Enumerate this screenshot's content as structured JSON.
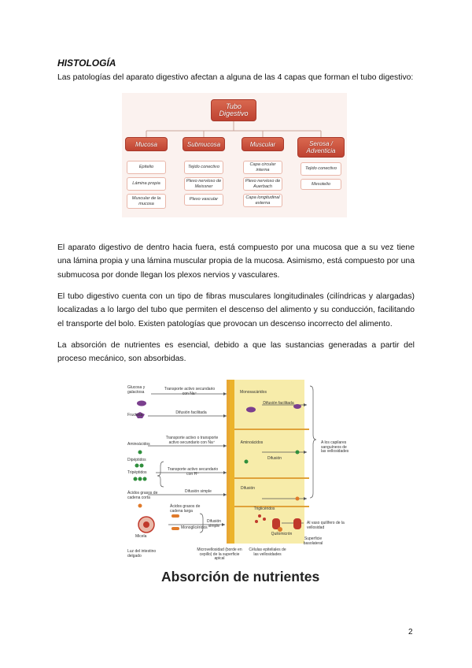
{
  "heading": "HISTOLOGÍA",
  "paragraphs": {
    "intro": "Las patologías del aparato digestivo afectan a alguna de las 4 capas que forman el tubo digestivo:",
    "p2": "El aparato digestivo de dentro hacia fuera, está compuesto por una mucosa que a su vez tiene una lámina propia y una lámina muscular propia de la mucosa. Asimismo, está compuesto por una submucosa por donde llegan los plexos nervios y vasculares.",
    "p3": "El tubo digestivo cuenta con un tipo de fibras musculares longitudinales (cilíndricas y alargadas) localizadas a lo largo del tubo que permiten el descenso del alimento y su conducción, facilitando el transporte del bolo. Existen patologías que provocan un descenso incorrecto del alimento.",
    "p4": "La absorción de nutrientes es esencial, debido a que las sustancias generadas a partir del proceso mecánico, son absorbidas."
  },
  "tree": {
    "root": "Tubo Digestivo",
    "columns": [
      {
        "header": "Mucosa",
        "items": [
          "Epitelio",
          "Lámina propia",
          "Muscular de la mucosa"
        ]
      },
      {
        "header": "Submucosa",
        "items": [
          "Tejido conectivo",
          "Plexo nervioso de Meissner",
          "Plexo vascular"
        ]
      },
      {
        "header": "Muscular",
        "items": [
          "Capa circular interna",
          "Plexo nervioso de Auerbach",
          "Capa longitudinal externa"
        ]
      },
      {
        "header": "Serosa / Adventicia",
        "items": [
          "Tejido conectivo",
          "Mesotelio"
        ]
      }
    ]
  },
  "figure": {
    "title": "Absorción de nutrientes",
    "labels": {
      "glucosa": "Glucosa y galactosa",
      "transporte_na": "Transporte activo secundario con Na⁺",
      "monosacaridos": "Monosacáridos",
      "difusion_facilitada_r": "Difusión facilitada",
      "fructosa": "Fructosa",
      "difusion_facilitada_l": "Difusión facilitada",
      "transporte_na_2": "Transporte activo o transporte activo secundario con Na⁺",
      "aminoacidos_l": "Aminoácidos",
      "aminoacidos_r": "Aminoácidos",
      "difusion_1": "Difusión",
      "dipeptidos": "Dipéptidos",
      "tripeptidos": "Tripéptidos",
      "transporte_h": "Transporte activo secundario con H⁺",
      "acidos_corta": "Ácidos grasos de cadena corta",
      "difusion_simple_1": "Difusión simple",
      "difusion_2": "Difusión",
      "acidos_larga": "Ácidos grasos de cadena larga",
      "monogliceridos": "Monoglicéridos",
      "difusion_simple_2": "Difusión simple",
      "trigliceridos": "Triglicéridos",
      "quilomicron": "Quilomicrón",
      "micela": "Micela",
      "capilares": "A los capilares sanguíneos de las vellosidades",
      "vaso_quilifero": "Al vaso quilífero de la vellosidad",
      "superficie": "Superficie basolateral",
      "luz": "Luz del intestino delgado",
      "microvellosidad": "Microvellosidad (borde en cepillo) de la superficie apical",
      "celulas": "Células epiteliales de las vellosidades"
    }
  },
  "page_number": "2"
}
